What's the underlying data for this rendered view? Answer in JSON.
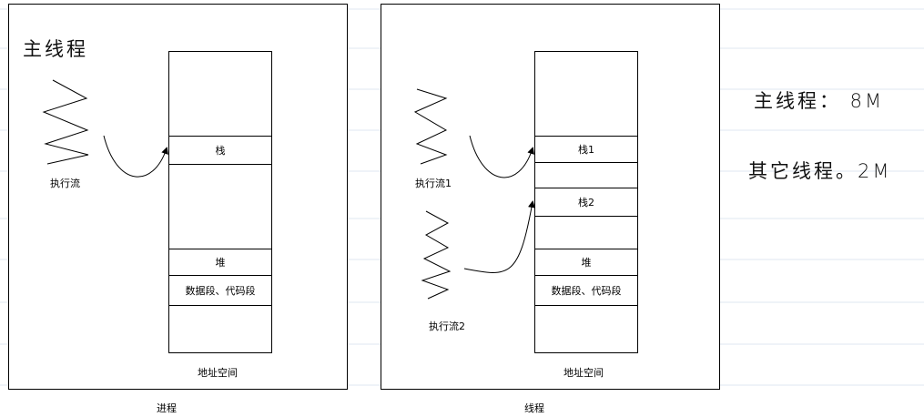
{
  "process": {
    "handwritten_label": "主线程",
    "stack": "栈",
    "heap": "堆",
    "data_code": "数据段、代码段",
    "flow": "执行流",
    "address_space": "地址空间",
    "caption": "进程"
  },
  "thread": {
    "stack1": "栈1",
    "stack2": "栈2",
    "heap": "堆",
    "data_code": "数据段、代码段",
    "flow1": "执行流1",
    "flow2": "执行流2",
    "address_space": "地址空间",
    "caption": "线程"
  },
  "notes": {
    "main_thread": "主线程： 8M",
    "other_threads": "其它线程。2M"
  },
  "colors": {
    "notebook_line": "#dfe7f2",
    "notebook_margin": "#c9d6e8",
    "stroke": "#000000"
  }
}
